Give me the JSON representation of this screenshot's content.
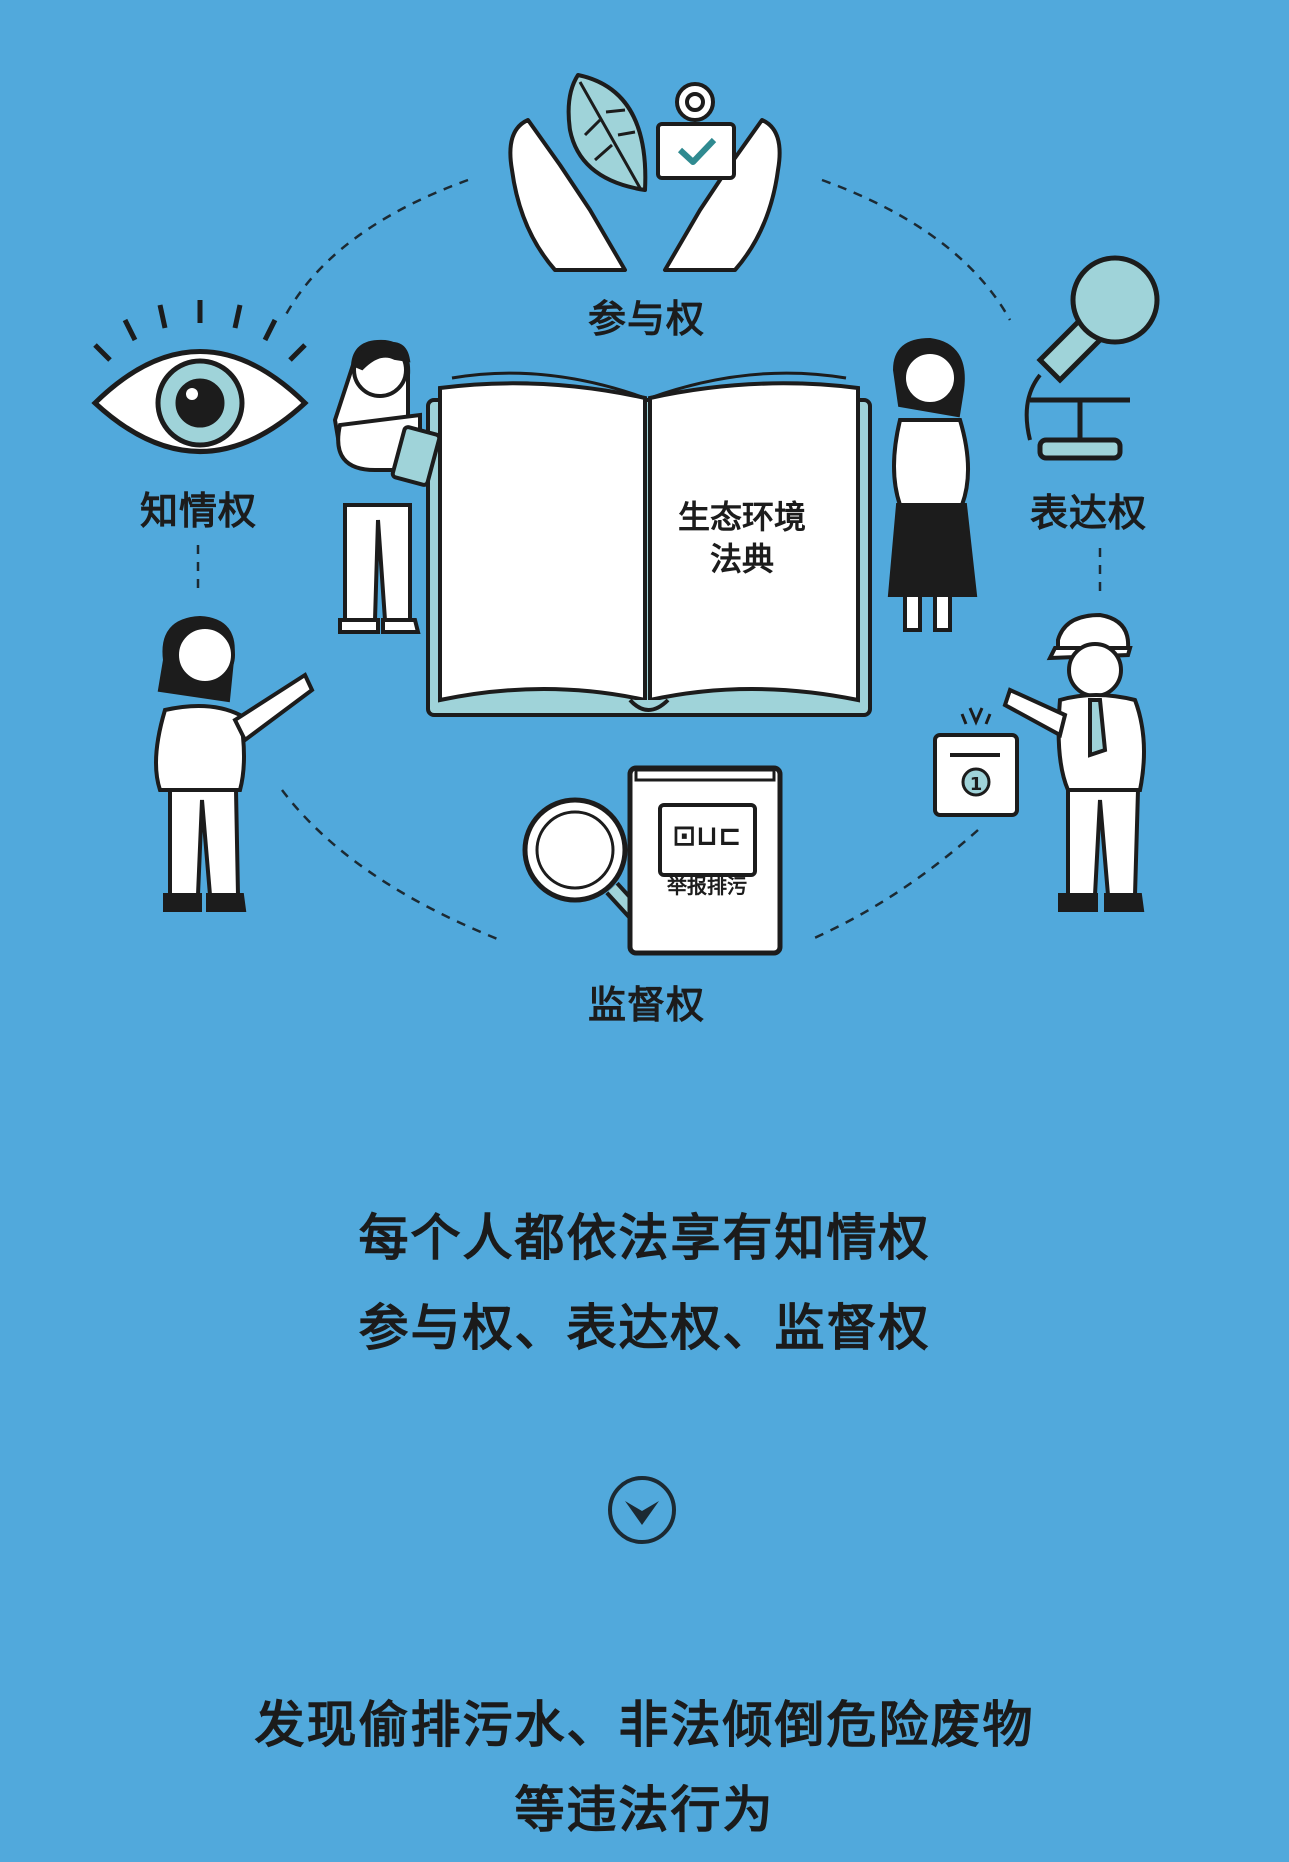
{
  "illustration": {
    "book_title_line1": "生态环境",
    "book_title_line2": "法典",
    "box_sign": "举报排污",
    "box_number": "1",
    "rights": {
      "participation": "参与权",
      "information": "知情权",
      "expression": "表达权",
      "supervision": "监督权"
    },
    "icons": [
      "hands-leaf-icon",
      "eye-icon",
      "microphone-icon",
      "magnifier-icon",
      "report-box-icon",
      "ballot-box-icon"
    ]
  },
  "captions": {
    "line1": "每个人都依法享有知情权",
    "line2": "参与权、表达权、监督权",
    "line3": "发现偷排污水、非法倾倒危险废物",
    "line4": "等违法行为"
  },
  "colors": {
    "background": "#51a9dc",
    "accent": "#9fd3d9",
    "ink": "#1c1c1c"
  }
}
